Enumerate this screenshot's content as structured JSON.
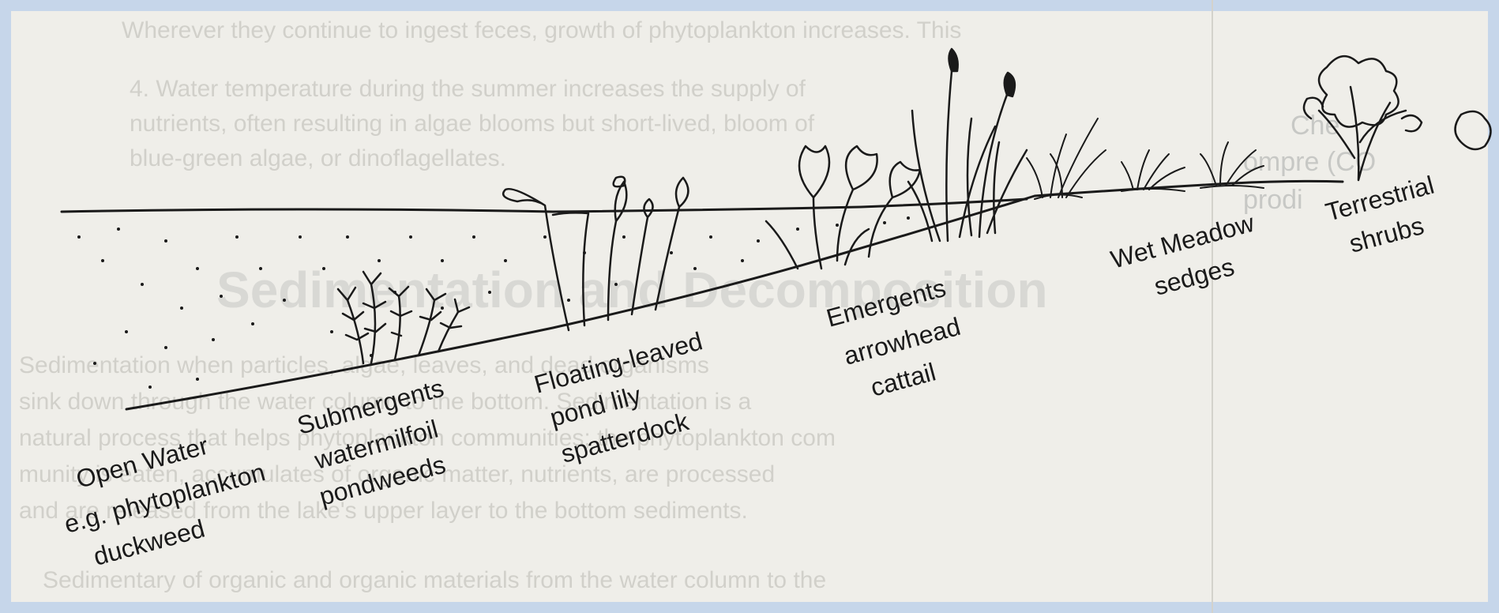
{
  "zones": [
    {
      "id": "open-water",
      "lines": [
        "Open Water",
        "e.g. phytoplankton",
        "duckweed"
      ]
    },
    {
      "id": "submergents",
      "lines": [
        "Submergents",
        "watermilfoil",
        "pondweeds"
      ]
    },
    {
      "id": "floating-leaved",
      "lines": [
        "Floating-leaved",
        "pond lily",
        "spatterdock"
      ]
    },
    {
      "id": "emergents",
      "lines": [
        "Emergents",
        "arrowhead",
        "cattail"
      ]
    },
    {
      "id": "wet-meadow",
      "lines": [
        "Wet Meadow",
        "sedges"
      ]
    },
    {
      "id": "terrestrial",
      "lines": [
        "Terrestrial",
        "shrubs"
      ]
    }
  ],
  "background_text": {
    "lines": [
      "Wherever they continue to ingest feces, growth of phytoplankton increases. This",
      "4. Water temperature during the summer increases the supply of",
      "nutrients, often resulting in algae blooms but short-lived, bloom of",
      "blue-green algae, or dinoflagellates.",
      "Sedimentation when particles, algae, leaves, and dead organisms",
      "sink down through the water column to the bottom. Sedimentation is a",
      "natural process that helps phytoplankton communities; the phytoplankton com",
      "munity is eaten, accumulates of organic matter, nutrients, are processed",
      "and are released from the lake's upper layer to the bottom sediments.",
      "Sedimentary of organic and organic materials from the water column to the"
    ],
    "heading": "Sedimentation and Decomposition",
    "side": [
      "Che",
      "ompre (CO",
      "prodi"
    ]
  }
}
